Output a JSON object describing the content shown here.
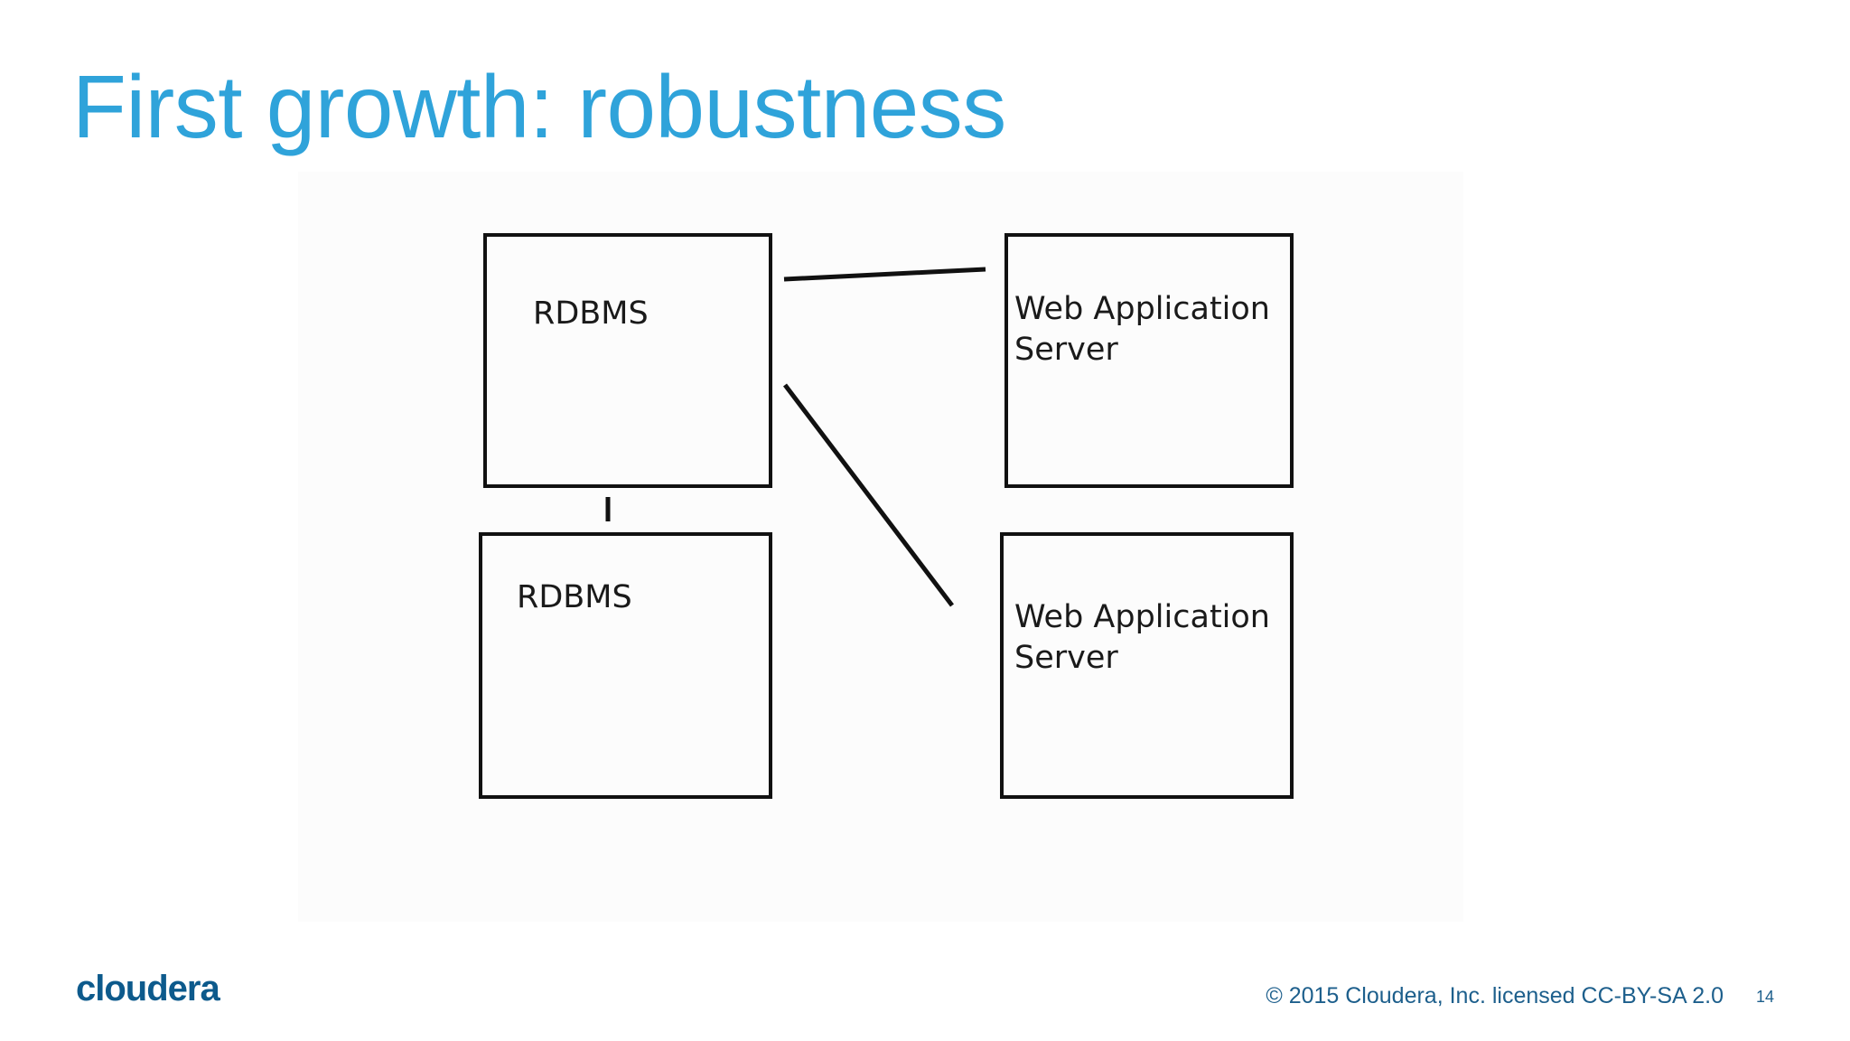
{
  "slide": {
    "title": "First growth: robustness",
    "logo": "cloudera",
    "copyright": "© 2015 Cloudera, Inc. licensed CC-BY-SA 2.0",
    "page_number": "14"
  },
  "diagram": {
    "nodes": [
      {
        "id": "rdbms-primary",
        "lines": [
          "RDBMS"
        ]
      },
      {
        "id": "rdbms-secondary",
        "lines": [
          "RDBMS"
        ]
      },
      {
        "id": "web-app-server-1",
        "lines": [
          "Web Application",
          "Server"
        ]
      },
      {
        "id": "web-app-server-2",
        "lines": [
          "Web Application",
          "Server"
        ]
      }
    ],
    "edges": [
      {
        "from": "rdbms-primary",
        "to": "web-app-server-1"
      },
      {
        "from": "rdbms-primary",
        "to": "web-app-server-2"
      },
      {
        "from": "rdbms-primary",
        "to": "rdbms-secondary"
      }
    ]
  },
  "colors": {
    "title": "#2fa3da",
    "footer": "#1d5f8c",
    "logo": "#0d5a8c",
    "lines": "#111111"
  }
}
